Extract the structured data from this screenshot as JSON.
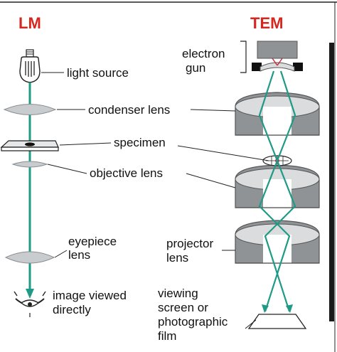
{
  "headers": {
    "lm": "LM",
    "tem": "TEM"
  },
  "labels": {
    "electron_gun_l1": "electron",
    "electron_gun_l2": "gun",
    "light_source": "light source",
    "condenser_lens": "condenser lens",
    "specimen": "specimen",
    "objective_lens": "objective lens",
    "eyepiece_l1": "eyepiece",
    "eyepiece_l2": "lens",
    "projector_l1": "projector",
    "projector_l2": "lens",
    "image_l1": "image viewed",
    "image_l2": "directly",
    "viewing_l1": "viewing",
    "viewing_l2": "screen or",
    "viewing_l3": "photographic",
    "viewing_l4": "film"
  },
  "colors": {
    "header_red": "#d7261e",
    "beam_teal": "#1f9a86",
    "lens_gray": "#c9ccce",
    "magnet_gray": "#8f9396",
    "magnet_top": "#dadcdd",
    "specimen_red": "#c8283c"
  },
  "icons": {
    "bulb": "light-bulb-icon",
    "eye": "eye-icon"
  }
}
